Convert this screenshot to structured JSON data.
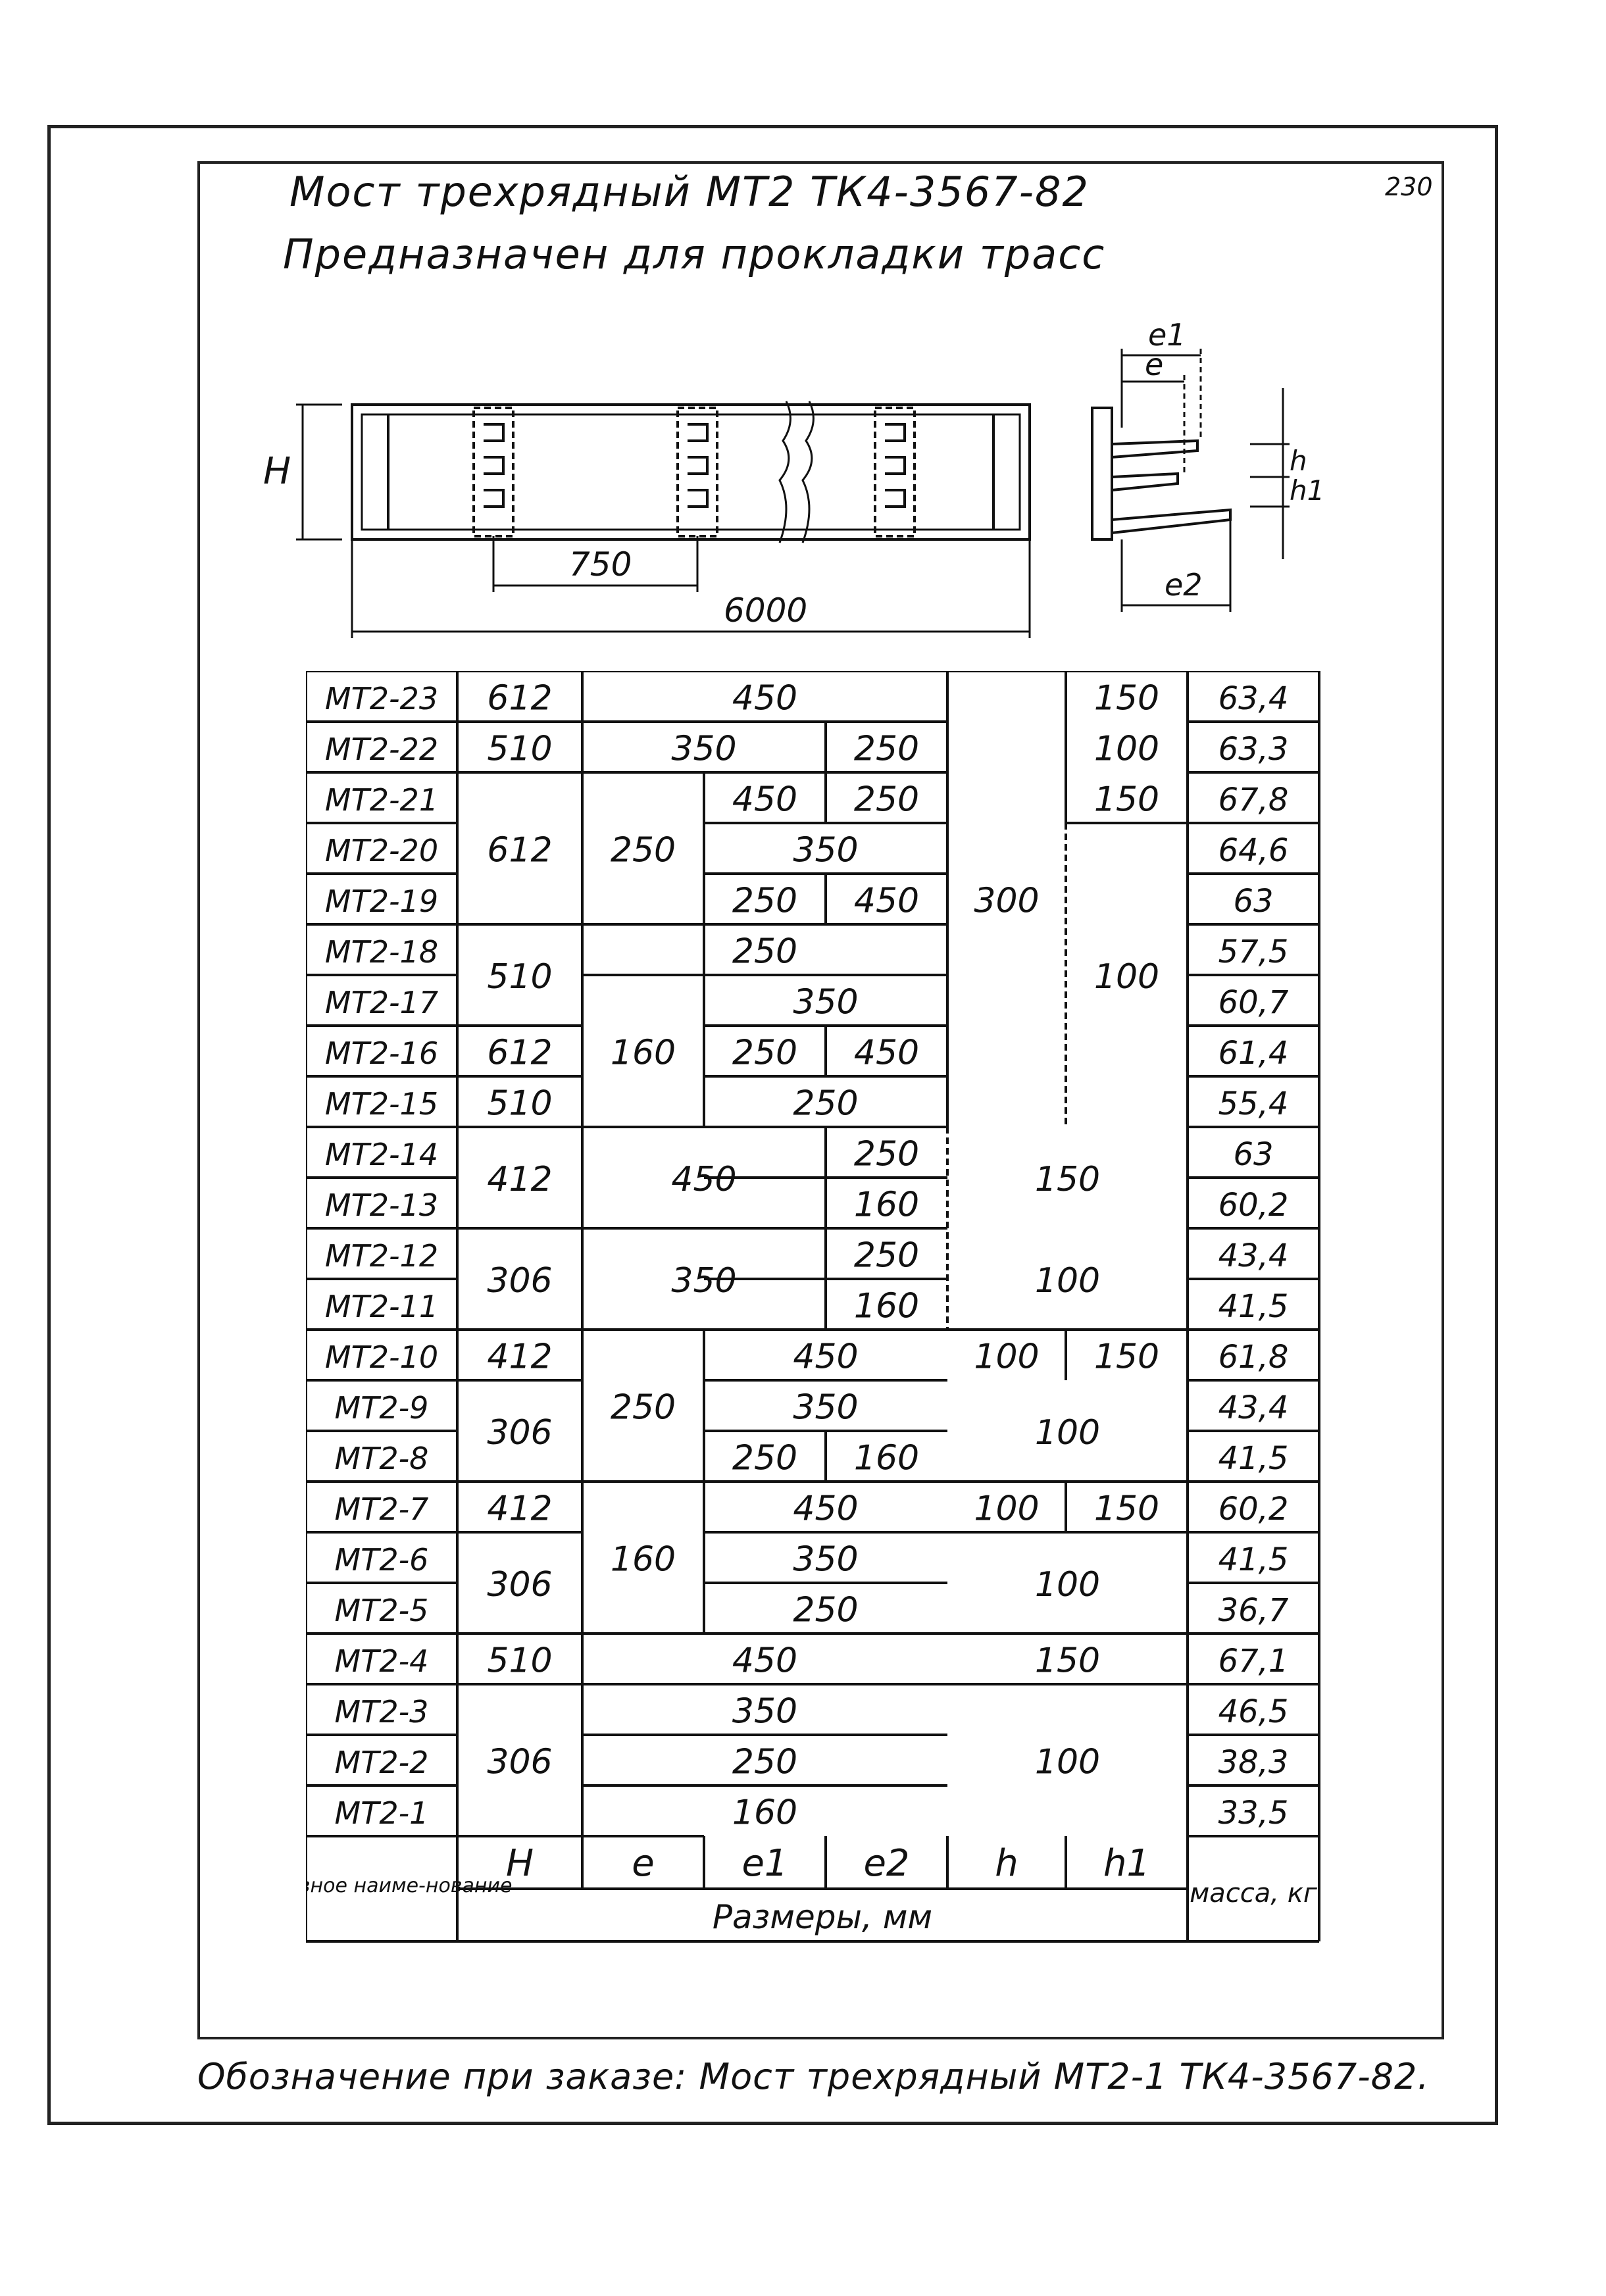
{
  "header": {
    "title_line1": "Мост трехрядный МТ2 ТК4-3567-82",
    "title_line2": "Предназначен для прокладки трасс",
    "page_number": "230"
  },
  "drawing": {
    "dim_H": "H",
    "dim_750": "750",
    "dim_6000": "6000",
    "dim_e1": "e1",
    "dim_e": "e",
    "dim_e2": "e2",
    "dim_h": "h",
    "dim_h1": "h1"
  },
  "table": {
    "header_name": "Условное наиме-нование",
    "header_H": "H",
    "header_e": "e",
    "header_e1": "e1",
    "header_e2": "e2",
    "header_h": "h",
    "header_h1": "h1",
    "header_mass": "масса, кг",
    "header_sizes": "Размеры, мм",
    "rows": [
      {
        "name": "МТ2-23",
        "mass": "63,4"
      },
      {
        "name": "МТ2-22",
        "mass": "63,3"
      },
      {
        "name": "МТ2-21",
        "mass": "67,8"
      },
      {
        "name": "МТ2-20",
        "mass": "64,6"
      },
      {
        "name": "МТ2-19",
        "mass": "63"
      },
      {
        "name": "МТ2-18",
        "mass": "57,5"
      },
      {
        "name": "МТ2-17",
        "mass": "60,7"
      },
      {
        "name": "МТ2-16",
        "mass": "61,4"
      },
      {
        "name": "МТ2-15",
        "mass": "55,4"
      },
      {
        "name": "МТ2-14",
        "mass": "63"
      },
      {
        "name": "МТ2-13",
        "mass": "60,2"
      },
      {
        "name": "МТ2-12",
        "mass": "43,4"
      },
      {
        "name": "МТ2-11",
        "mass": "41,5"
      },
      {
        "name": "МТ2-10",
        "mass": "61,8"
      },
      {
        "name": "МТ2-9",
        "mass": "43,4"
      },
      {
        "name": "МТ2-8",
        "mass": "41,5"
      },
      {
        "name": "МТ2-7",
        "mass": "60,2"
      },
      {
        "name": "МТ2-6",
        "mass": "41,5"
      },
      {
        "name": "МТ2-5",
        "mass": "36,7"
      },
      {
        "name": "МТ2-4",
        "mass": "67,1"
      },
      {
        "name": "МТ2-3",
        "mass": "46,5"
      },
      {
        "name": "МТ2-2",
        "mass": "38,3"
      },
      {
        "name": "МТ2-1",
        "mass": "33,5"
      }
    ],
    "values": {
      "v612": "612",
      "v510": "510",
      "v412": "412",
      "v306": "306",
      "v450": "450",
      "v350": "350",
      "v250": "250",
      "v160": "160",
      "v300": "300",
      "v150": "150",
      "v100": "100"
    }
  },
  "footer": {
    "order_note": "Обозначение при заказе: Мост трехрядный МТ2-1 ТК4-3567-82."
  }
}
